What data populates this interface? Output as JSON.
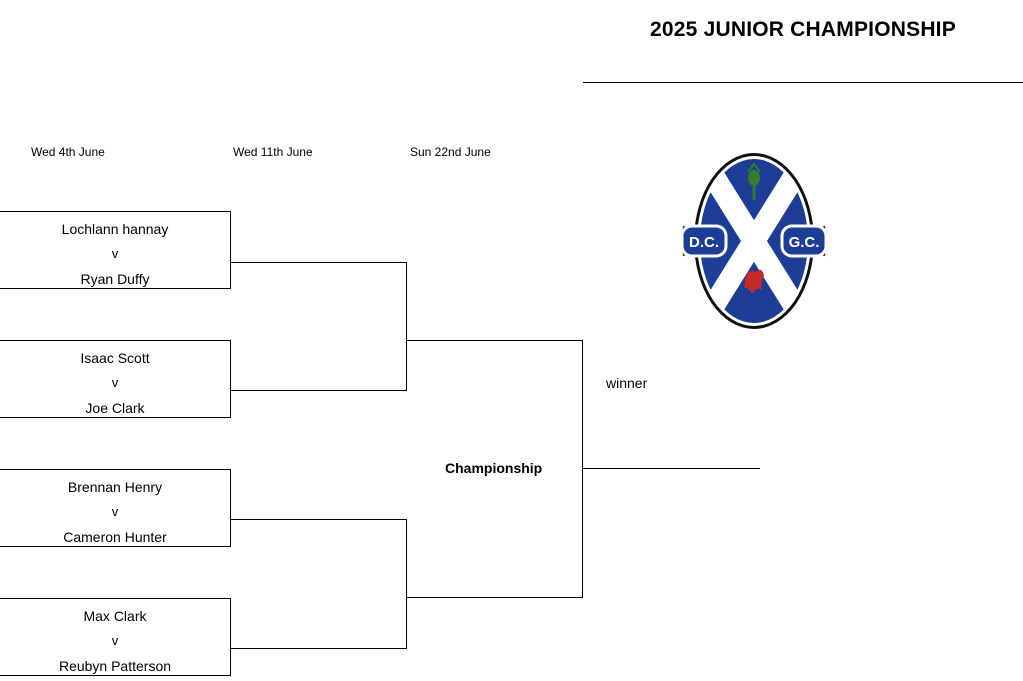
{
  "title": "2025 JUNIOR CHAMPIONSHIP",
  "dates": [
    "Wed 4th June",
    "Wed 11th June",
    "Sun 22nd June"
  ],
  "matches": [
    {
      "player1": "Lochlann hannay",
      "vs": "v",
      "player2": "Ryan Duffy"
    },
    {
      "player1": "Isaac Scott",
      "vs": "v",
      "player2": "Joe Clark"
    },
    {
      "player1": "Brennan Henry",
      "vs": "v",
      "player2": "Cameron Hunter"
    },
    {
      "player1": "Max Clark",
      "vs": "v",
      "player2": "Reubyn Patterson"
    }
  ],
  "championship_label": "Championship",
  "winner_label": "winner",
  "logo": {
    "left_text": "D.C.",
    "right_text": "G.C.",
    "icon": "club-crest-icon",
    "colors": {
      "blue": "#1e3d96",
      "white": "#ffffff",
      "green": "#2e7d32",
      "red": "#c62828"
    }
  }
}
